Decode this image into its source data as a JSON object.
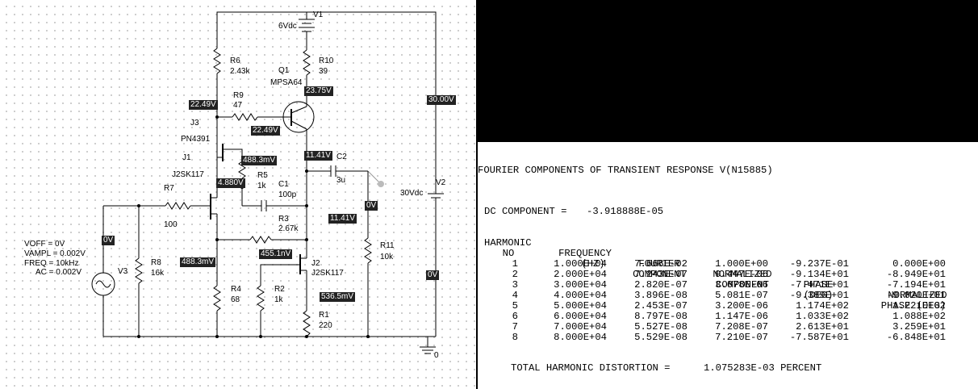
{
  "schematic": {
    "components": {
      "v1": {
        "name": "V1",
        "value": "6Vdc"
      },
      "v2": {
        "name": "V2",
        "value": "30Vdc"
      },
      "v3": {
        "name": "V3",
        "voff": "VOFF = 0V",
        "vampl": "VAMPL = 0.002V",
        "freq": "FREQ = 10kHz",
        "ac": "AC = 0.002V"
      },
      "r6": {
        "name": "R6",
        "value": "2.43k"
      },
      "r10": {
        "name": "R10",
        "value": "39"
      },
      "q1": {
        "name": "Q1",
        "model": "MPSA64"
      },
      "r9": {
        "name": "R9",
        "value": "47"
      },
      "j3": {
        "name": "J3",
        "model": "PN4391"
      },
      "j1": {
        "name": "J1",
        "model": "J2SK117"
      },
      "r5": {
        "name": "R5",
        "value": "1k"
      },
      "c1": {
        "name": "C1",
        "value": "100p"
      },
      "c2": {
        "name": "C2",
        "value": "3u"
      },
      "r7": {
        "name": "R7",
        "value": "100"
      },
      "r3": {
        "name": "R3",
        "value": "2.67k"
      },
      "r8": {
        "name": "R8",
        "value": "16k"
      },
      "r11": {
        "name": "R11",
        "value": "10k"
      },
      "j2": {
        "name": "J2",
        "model": "J2SK117"
      },
      "r4": {
        "name": "R4",
        "value": "68"
      },
      "r2": {
        "name": "R2",
        "value": "1k"
      },
      "r1": {
        "name": "R1",
        "value": "220"
      },
      "ground": "0"
    },
    "probes": {
      "p1": "22.49V",
      "p2": "23.75V",
      "p3": "30.00V",
      "p4": "22.49V",
      "p5": "11.41V",
      "p6": "488.3mV",
      "p7": "4.880V",
      "p8": "11.41V",
      "p9": "0V",
      "p10": "0V",
      "p11": "488.3mV",
      "p12": "455.1nV",
      "p13": "536.5mV",
      "p14": "0V"
    }
  },
  "output": {
    "title": "FOURIER COMPONENTS OF TRANSIENT RESPONSE V(N15885)",
    "dc_label": "DC COMPONENT =",
    "dc_value": "-3.918888E-05",
    "headers": {
      "h1a": "HARMONIC",
      "h1b": "NO",
      "h2a": "FREQUENCY",
      "h2b": "(HZ)",
      "h3a": "FOURIER",
      "h3b": "COMPONENT",
      "h4a": "NORMALIZED",
      "h4b": "COMPONENT",
      "h5a": "PHASE",
      "h5b": "(DEG)",
      "h6a": "NORMALIZED",
      "h6b": "PHASE (DEG)"
    },
    "rows": [
      {
        "no": "1",
        "freq": "1.000E+04",
        "comp": "7.668E-02",
        "norm": "1.000E+00",
        "phase": "-9.237E-01",
        "nphase": "0.000E+00"
      },
      {
        "no": "2",
        "freq": "2.000E+04",
        "comp": "7.243E-07",
        "norm": "9.447E-06",
        "phase": "-9.134E+01",
        "nphase": "-8.949E+01"
      },
      {
        "no": "3",
        "freq": "3.000E+04",
        "comp": "2.820E-07",
        "norm": "3.678E-06",
        "phase": "-7.471E+01",
        "nphase": "-7.194E+01"
      },
      {
        "no": "4",
        "freq": "4.000E+04",
        "comp": "3.896E-08",
        "norm": "5.081E-07",
        "phase": "-9.389E+01",
        "nphase": "-9.020E+01"
      },
      {
        "no": "5",
        "freq": "5.000E+04",
        "comp": "2.453E-07",
        "norm": "3.200E-06",
        "phase": "1.174E+02",
        "nphase": "1.221E+02"
      },
      {
        "no": "6",
        "freq": "6.000E+04",
        "comp": "8.797E-08",
        "norm": "1.147E-06",
        "phase": "1.033E+02",
        "nphase": "1.088E+02"
      },
      {
        "no": "7",
        "freq": "7.000E+04",
        "comp": "5.527E-08",
        "norm": "7.208E-07",
        "phase": "2.613E+01",
        "nphase": "3.259E+01"
      },
      {
        "no": "8",
        "freq": "8.000E+04",
        "comp": "5.529E-08",
        "norm": "7.210E-07",
        "phase": "-7.587E+01",
        "nphase": "-6.848E+01"
      }
    ],
    "thd_label": "TOTAL HARMONIC DISTORTION =",
    "thd_value": "1.075283E-03 PERCENT"
  }
}
